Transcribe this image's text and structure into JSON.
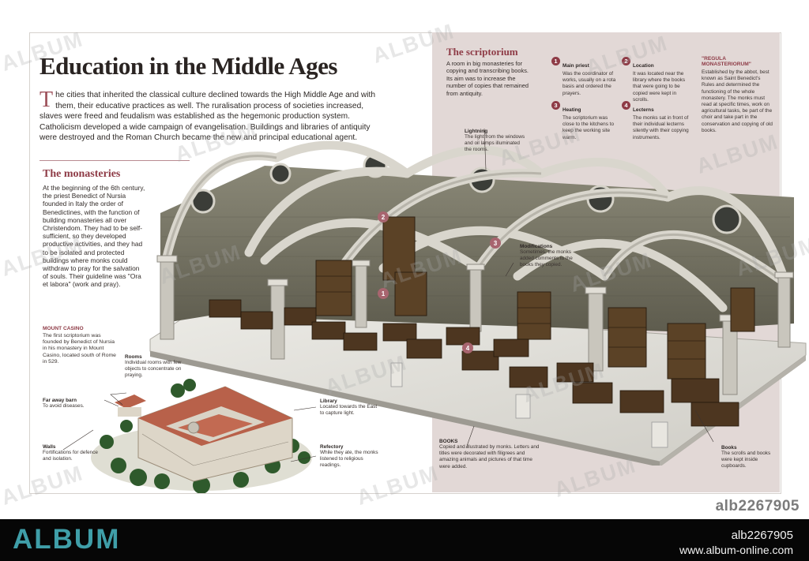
{
  "title": "Education in the Middle Ages",
  "intro": {
    "dropcap": "T",
    "text": "he cities that inherited the classical culture declined towards the High Middle Age and with them, their educative practices as well. The ruralisation process of societies increased, slaves were freed and feudalism was established as the hegemonic production system. Catholicism developed a wide campaign of evangelisation. Buildings and libraries of antiquity were destroyed and the Roman Church became the new and principal educational agent."
  },
  "monasteries": {
    "heading": "The monasteries",
    "text": "At the beginning of the 6th century, the priest Benedict of Nursia founded in Italy the order of Benedictines, with the function of building monasteries all over Christendom. They had to be self-sufficient, so they developed productive activities, and they had to be isolated and protected buildings where monks could withdraw to pray for the salvation of souls. Their guideline was \"Ora et labora\" (work and pray)."
  },
  "mount_casino": {
    "heading": "MOUNT CASINO",
    "text": "The first scriptorium was founded by Benedict of Nursia in his monastery in Mount Casino, located south of Rome in 529."
  },
  "monastery_labels": [
    {
      "head": "Rooms",
      "body": "Individual rooms with few objects to concentrate on praying."
    },
    {
      "head": "Far away barn",
      "body": "To avoid diseases."
    },
    {
      "head": "Library",
      "body": "Located towards the East to capture light."
    },
    {
      "head": "Walls",
      "body": "Fortifications for defence and isolation."
    },
    {
      "head": "Refectory",
      "body": "While they ate, the monks listened to religious readings."
    }
  ],
  "scriptorium": {
    "heading": "The scriptorium",
    "text": "A room in big monasteries for copying and transcribing books. Its aim was to increase the number of copies that remained from antiquity."
  },
  "numbered": [
    {
      "n": "1",
      "head": "Main priest",
      "body": "Was the coordinator of works, usually on a rota basis and ordered the prayers."
    },
    {
      "n": "2",
      "head": "Location",
      "body": "It was located near the library where the books that were going to be copied were kept in scrolls."
    },
    {
      "n": "3",
      "head": "Heating",
      "body": "The scriptorium was close to the kitchens to keep the working site warm."
    },
    {
      "n": "4",
      "head": "Lecterns",
      "body": "The monks sat in front of their individual lecterns silently with their copying instruments."
    }
  ],
  "regula": {
    "heading": "\"REGULA MONASTERIORUM\"",
    "text": "Established by the abbot, best known as Saint Benedict's Rules and determined the functioning of the whole monastery. The monks must read at specific times, work on agricultural tasks, be part of the choir and take part in the conservation and copying of old books."
  },
  "lightning": {
    "head": "Lightning",
    "body": "The light from the windows and oil lamps illuminated the rooms."
  },
  "modifications": {
    "head": "Modifications",
    "body": "Sometimes, the monks added comments to the books they copied."
  },
  "books_caption": {
    "head": "BOOKS",
    "body": "Copied and illustrated by monks. Letters and titles were decorated with filigrees and amazing animals and pictures of that time were added."
  },
  "books_label": {
    "head": "Books",
    "body": "The scrolls and books were kept inside cupboards."
  },
  "markers": [
    "1",
    "2",
    "3",
    "4"
  ],
  "stamp_id": "alb2267905",
  "footer": {
    "logo": "ALBUM",
    "id": "alb2267905",
    "url": "www.album-online.com"
  },
  "watermark": "ALBUM",
  "colors": {
    "accent": "#8e3b46",
    "panel": "#e2d8d6",
    "footer_bg": "#060606",
    "logo": "#3f9ea8"
  }
}
